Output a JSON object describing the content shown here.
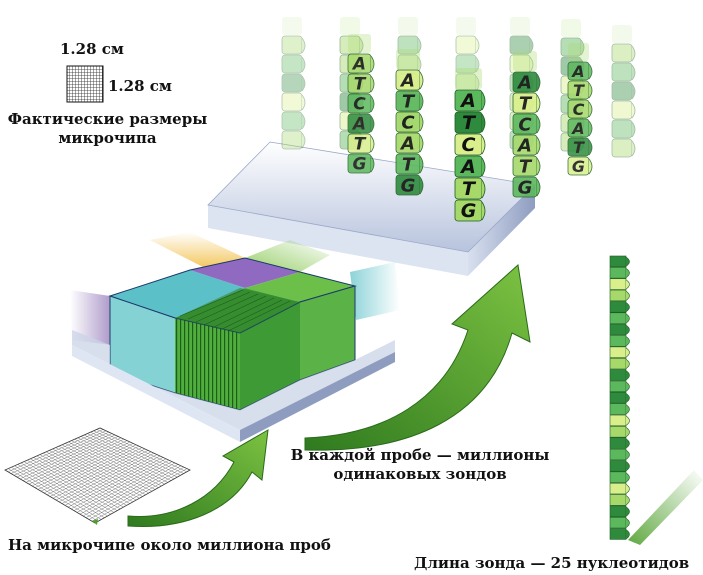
{
  "labels": {
    "chip_width": "1.28 см",
    "chip_height": "1.28 см",
    "actual_size_line1": "Фактические размеры",
    "actual_size_line2": "микрочипа",
    "probes_on_chip": "На микрочипе около миллиона проб",
    "each_probe_line1": "В каждой пробе — миллионы",
    "each_probe_line2": "одинаковых зондов",
    "probe_length": "Длина зонда — 25 нуклеотидов"
  },
  "sequence_letters": [
    "A",
    "T",
    "C",
    "A",
    "T",
    "G"
  ],
  "probe_length_nucleotides": 25,
  "colors": {
    "dark_green": "#2e8b3e",
    "mid_green": "#5cb85c",
    "light_green": "#a6d96a",
    "yellow_green": "#d9ef8b",
    "purple": "#7a5aa8",
    "teal": "#5bc0c8",
    "yellow": "#f2c14e",
    "arrow_green": "#4e9f2c",
    "platform": "#c9d3e6"
  }
}
